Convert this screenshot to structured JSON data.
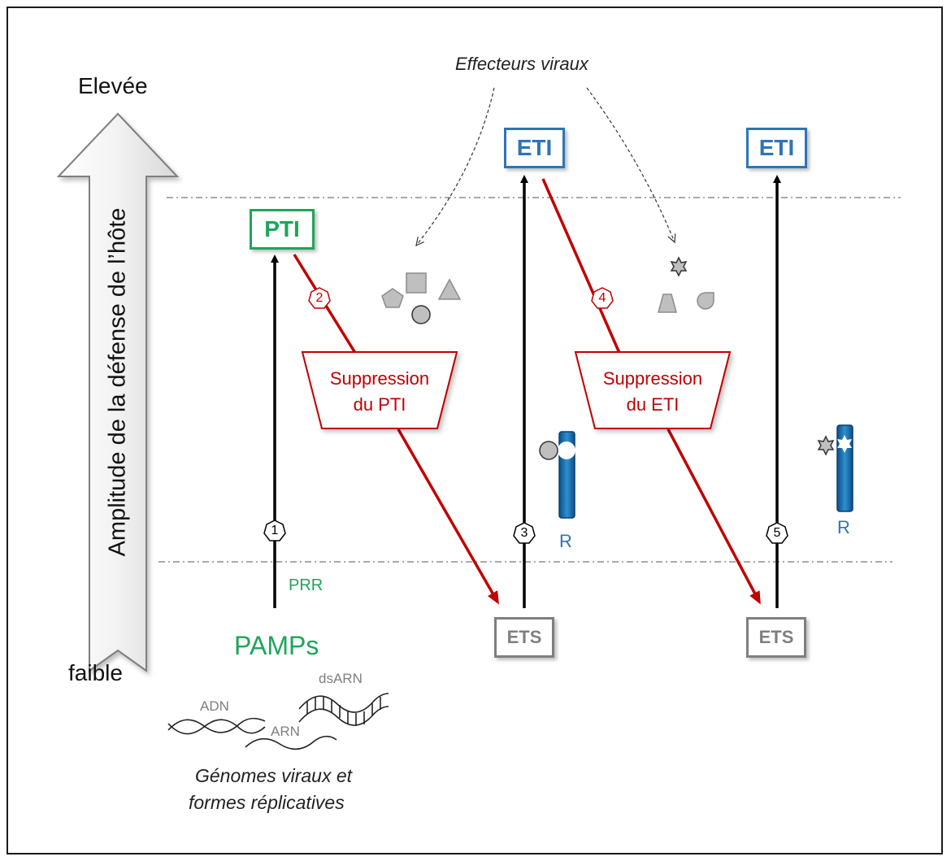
{
  "axis": {
    "top_label": "Elevée",
    "bottom_label": "faible",
    "vertical_label": "Amplitude de la défense de l’hôte"
  },
  "boxes": {
    "pti": "PTI",
    "eti_1": "ETI",
    "eti_2": "ETI",
    "ets_1": "ETS",
    "ets_2": "ETS"
  },
  "suppression": {
    "pti": [
      "Suppression",
      "du PTI"
    ],
    "eti": [
      "Suppression",
      "du ETI"
    ]
  },
  "steps": [
    "1",
    "2",
    "3",
    "4",
    "5"
  ],
  "labels": {
    "effecteurs": "Effecteurs viraux",
    "prr": "PRR",
    "pamps": "PAMPs",
    "r1": "R",
    "r2": "R",
    "adn": "ADN",
    "dsarn": "dsARN",
    "arn": "ARN",
    "genomes_line1": "Génomes viraux et",
    "genomes_line2": "formes réplicatives"
  },
  "colors": {
    "green": "#1ea55a",
    "blue": "#2e75b6",
    "red": "#c00000",
    "gray": "#7f7f7f"
  }
}
